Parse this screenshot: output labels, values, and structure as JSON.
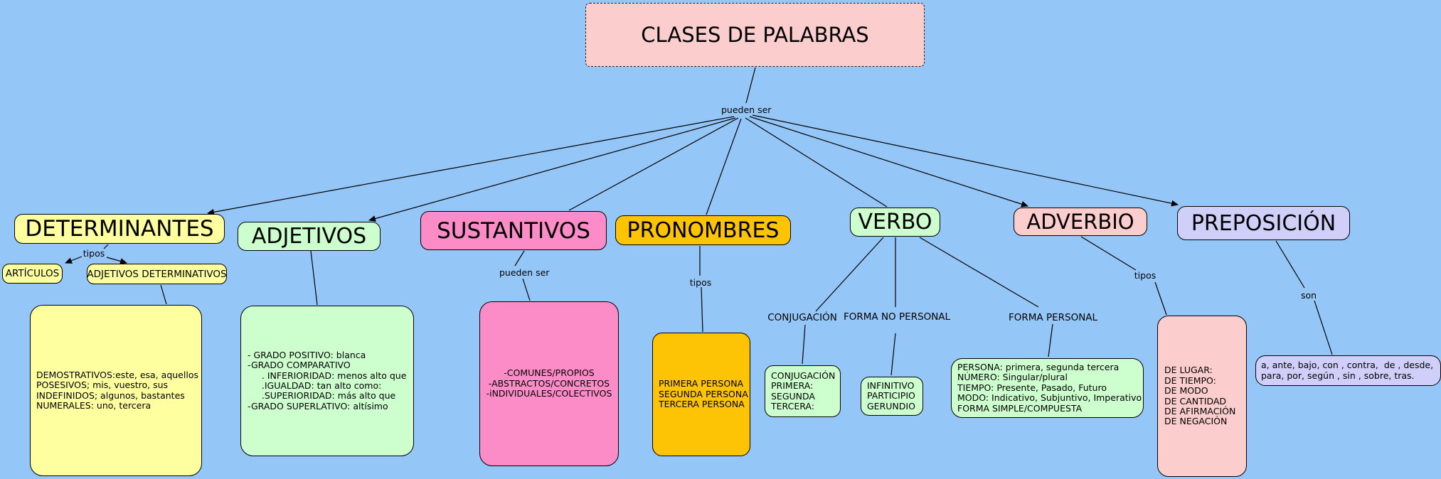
{
  "colors": {
    "background": "#95c6f8",
    "title_fill": "#fbcdcd",
    "yellow_fill": "#feff9e",
    "green_fill": "#cdfecd",
    "pink_fill": "#fb8cc8",
    "gold_fill": "#fcc405",
    "rose_fill": "#fbcdcd",
    "lavender_fill": "#cfcffa",
    "edge": "#000000"
  },
  "map": {
    "title": "CLASES DE PALABRAS",
    "root_link_label": "pueden ser"
  },
  "determinantes": {
    "label": "DETERMINANTES",
    "link_label": "tipos",
    "articulos_label": "ARTÍCULOS",
    "adjetivos_determinativos_label": "ADJETIVOS DETERMINATIVOS",
    "details": [
      "DEMOSTRATIVOS:este, esa, aquellos",
      "POSESIVOS; mis, vuestro, sus",
      "INDEFINIDOS; algunos, bastantes",
      "NUMERALES: uno, tercera"
    ]
  },
  "adjetivos": {
    "label": "ADJETIVOS",
    "details": [
      "- GRADO POSITIVO: blanca",
      "-GRADO COMPARATIVO",
      "     . INFERIORIDAD: menos alto que",
      "     .IGUALDAD: tan alto como:",
      "     .SUPERIORIDAD: más alto que",
      "-GRADO SUPERLATIVO: altísimo"
    ]
  },
  "sustantivos": {
    "label": "SUSTANTIVOS",
    "link_label": "pueden ser",
    "details": [
      "-COMUNES/PROPIOS",
      "-ABSTRACTOS/CONCRETOS",
      "-iNDIVIDUALES/COLECTIVOS"
    ]
  },
  "pronombres": {
    "label": "PRONOMBRES",
    "link_label": "tipos",
    "details": [
      "PRIMERA PERSONA",
      "SEGUNDA PERSONA",
      "TERCERA PERSONA"
    ]
  },
  "verbo": {
    "label": "VERBO",
    "conjugacion": {
      "link_label": "CONJUGACIÓN",
      "details": [
        "CONJUGACIÓN",
        "PRIMERA:",
        "SEGUNDA",
        "TERCERA:"
      ]
    },
    "forma_no_personal": {
      "link_label": "FORMA NO PERSONAL",
      "details": [
        "INFINITIVO",
        "PARTICIPIO",
        "GERUNDIO"
      ]
    },
    "forma_personal": {
      "link_label": "FORMA PERSONAL",
      "details": [
        "PERSONA: primera, segunda tercera",
        "NÚMERO: Singular/plural",
        "TIEMPO: Presente, Pasado, Futuro",
        "MODO: Indicativo, Subjuntivo, Imperativo",
        "FORMA SIMPLE/COMPUESTA"
      ]
    }
  },
  "adverbio": {
    "label": "ADVERBIO",
    "link_label": "tipos",
    "details": [
      "DE LUGAR:",
      "DE TIEMPO:",
      "DE MODO",
      "DE CANTIDAD",
      "DE AFIRMACIÓN",
      "DE NEGACIÓN"
    ]
  },
  "preposicion": {
    "label": "PREPOSICIÓN",
    "link_label": "son",
    "details": [
      "a, ante, bajo, con , contra,  de , desde,",
      "para, por, según , sin , sobre, tras."
    ]
  }
}
